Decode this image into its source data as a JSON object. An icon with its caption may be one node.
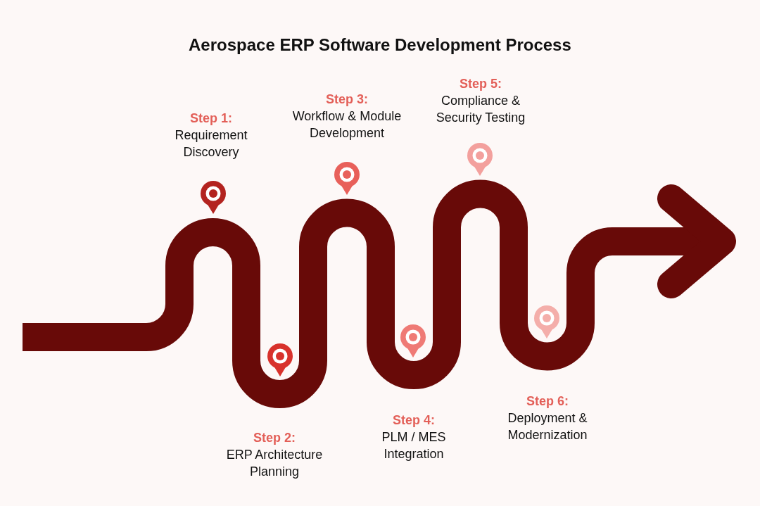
{
  "diagram": {
    "title": "Aerospace ERP Software Development Process",
    "labels": [
      "Step 1:",
      "Requirement Discovery",
      "Step 2:",
      "ERP Architecture Planning",
      "Step 3:",
      "Workflow & Module Development",
      "Step 4:",
      "PLM / MES Integration",
      "Step 5:",
      "Compliance & Security Testing",
      "Step 6:",
      "Deployment & Modernization"
    ]
  }
}
